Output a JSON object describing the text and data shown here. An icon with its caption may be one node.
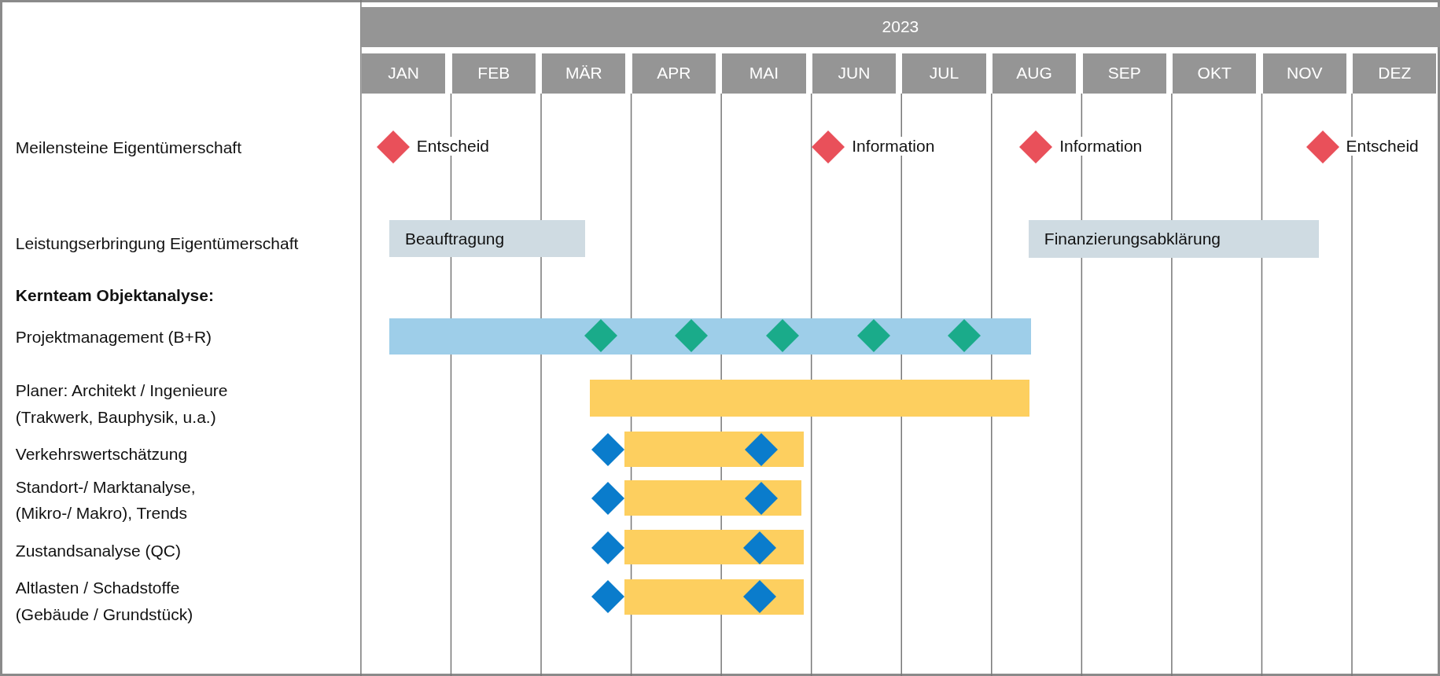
{
  "diagram": {
    "nodes": [
      {
        "text": [],
        "shape": "diamond",
        "beside": [
          "Entscheid"
        ]
      },
      {
        "text": [],
        "shape": "diamond",
        "beside": [
          "Information"
        ]
      },
      {
        "text": [],
        "shape": "diamond",
        "beside": [
          "Information"
        ]
      },
      {
        "text": [],
        "shape": "diamond",
        "beside": [
          "Entscheid"
        ]
      },
      {
        "text": [
          "Beauftragung"
        ]
      },
      {
        "text": [
          "Finanzierungsabklärung"
        ]
      },
      {
        "text": [],
        "shape": "bar"
      },
      {
        "text": [],
        "shape": "diamond",
        "in": 6
      },
      {
        "text": [],
        "shape": "diamond",
        "in": 6
      },
      {
        "text": [],
        "shape": "diamond",
        "in": 6
      },
      {
        "text": [],
        "shape": "diamond",
        "in": 6
      },
      {
        "text": [],
        "shape": "diamond",
        "in": 6
      },
      {
        "text": [],
        "shape": "bar"
      },
      {
        "text": [],
        "shape": "bar"
      },
      {
        "text": [],
        "shape": "diamond"
      },
      {
        "text": [],
        "shape": "diamond",
        "in": 13
      },
      {
        "text": [],
        "shape": "bar"
      },
      {
        "text": [],
        "shape": "diamond"
      },
      {
        "text": [],
        "shape": "diamond",
        "in": 16
      },
      {
        "text": [],
        "shape": "bar"
      },
      {
        "text": [],
        "shape": "diamond"
      },
      {
        "text": [],
        "shape": "diamond",
        "in": 19
      },
      {
        "text": [],
        "shape": "bar"
      },
      {
        "text": [],
        "shape": "diamond"
      },
      {
        "text": [],
        "shape": "diamond",
        "in": 22
      }
    ],
    "edges": [],
    "labels": [
      "2023",
      "JAN",
      "FEB",
      "MÄR",
      "APR",
      "MAI",
      "JUN",
      "JUL",
      "AUG",
      "SEP",
      "OKT",
      "NOV",
      "DEZ",
      "Meilensteine Eigentümerschaft",
      "Leistungserbringung Eigentümerschaft",
      "Kernteam Objektanalyse:",
      "Projektmanagement (B+R)",
      "Planer: Architekt / Ingenieure (Trakwerk, Bauphysik, u.a.)",
      "Verkehrswertschätzung",
      "Standort-/ Marktanalyse, (Mikro-/ Makro), Trends",
      "Zustandsanalyse (QC)",
      "Altlasten / Schadstoffe (Gebäude / Grundstück)"
    ]
  }
}
